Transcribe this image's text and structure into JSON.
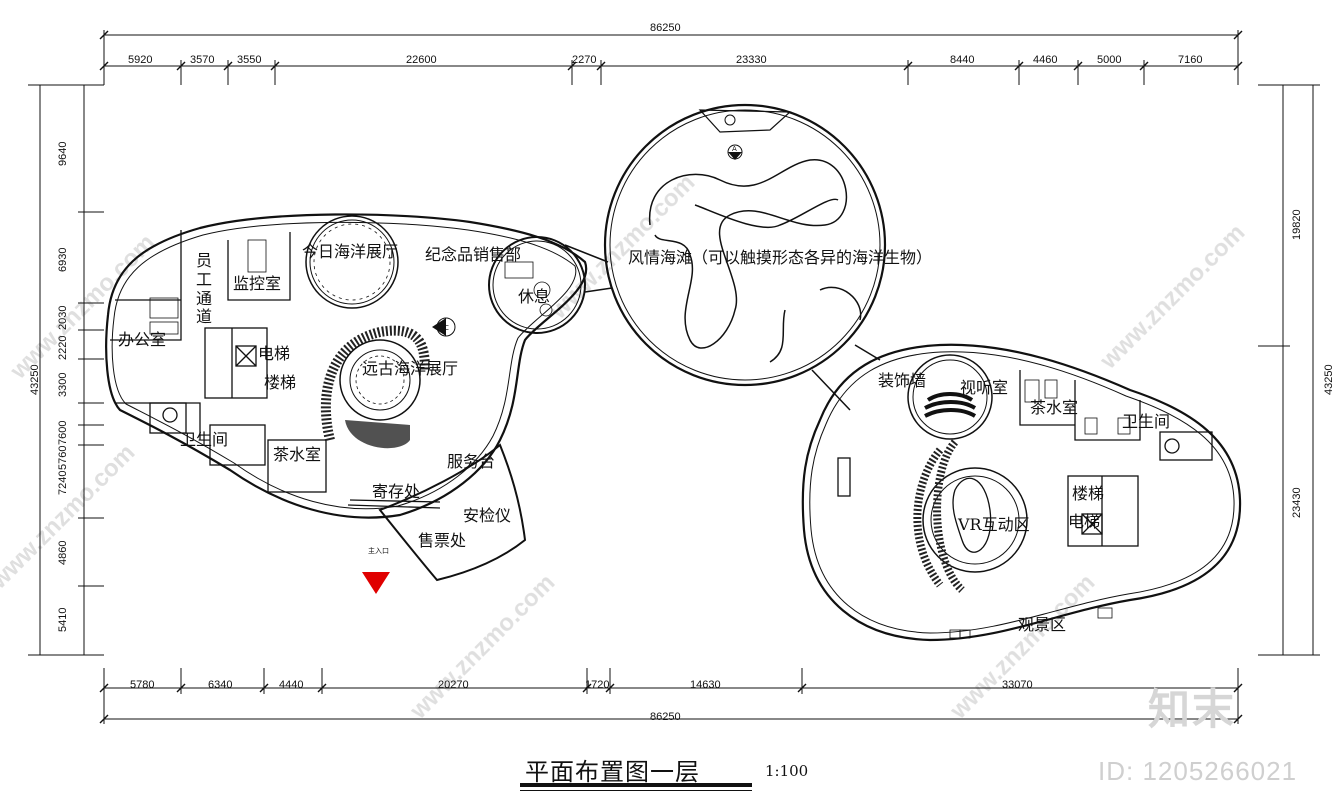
{
  "dimensions": {
    "top_total": "86250",
    "top_segments": [
      "5920",
      "3570",
      "3550",
      "22600",
      "2270",
      "23330",
      "8440",
      "4460",
      "5000",
      "7160"
    ],
    "bottom_total": "86250",
    "bottom_segments": [
      "5780",
      "6340",
      "4440",
      "20270",
      "1720",
      "14630",
      "33070"
    ],
    "left_total": "43250",
    "left_segments": [
      "9640",
      "6930",
      "2030",
      "2220",
      "3300",
      "7600",
      "5760",
      "7240",
      "4860",
      "5410"
    ],
    "right_total": "43250",
    "right_segments": [
      "19820",
      "23430"
    ]
  },
  "rooms": {
    "office": "办公室",
    "staff_passage": "员工通道",
    "monitor_room": "监控室",
    "today_ocean_hall": "今日海洋展厅",
    "souvenir_shop": "纪念品销售部",
    "rest_area": "休息",
    "elevator_left": "电梯",
    "stairs_left": "楼梯",
    "ancient_ocean_hall": "远古海洋展厅",
    "restroom_left": "卫生间",
    "tea_room_left": "茶水室",
    "service_desk": "服务台",
    "storage": "寄存处",
    "security_check": "安检仪",
    "ticket_office": "售票处",
    "main_entrance": "主入口",
    "beach": "风情海滩（可以触摸形态各异的海洋生物）",
    "section_a": "A",
    "section_c": "C",
    "decor_wall": "装饰墙",
    "av_room": "视听室",
    "tea_room_right": "茶水室",
    "restroom_right": "卫生间",
    "stairs_right": "楼梯",
    "elevator_right": "电梯",
    "vr_zone": "VR互动区",
    "viewing_area": "观景区"
  },
  "title": "平面布置图一层",
  "scale": "1:100",
  "brand": "知末",
  "id_text": "ID: 1205266021",
  "watermark": "www.znzmo.com",
  "colors": {
    "line": "#111111",
    "entrance_marker": "#e00000",
    "watermark": "#dcdcdc"
  }
}
